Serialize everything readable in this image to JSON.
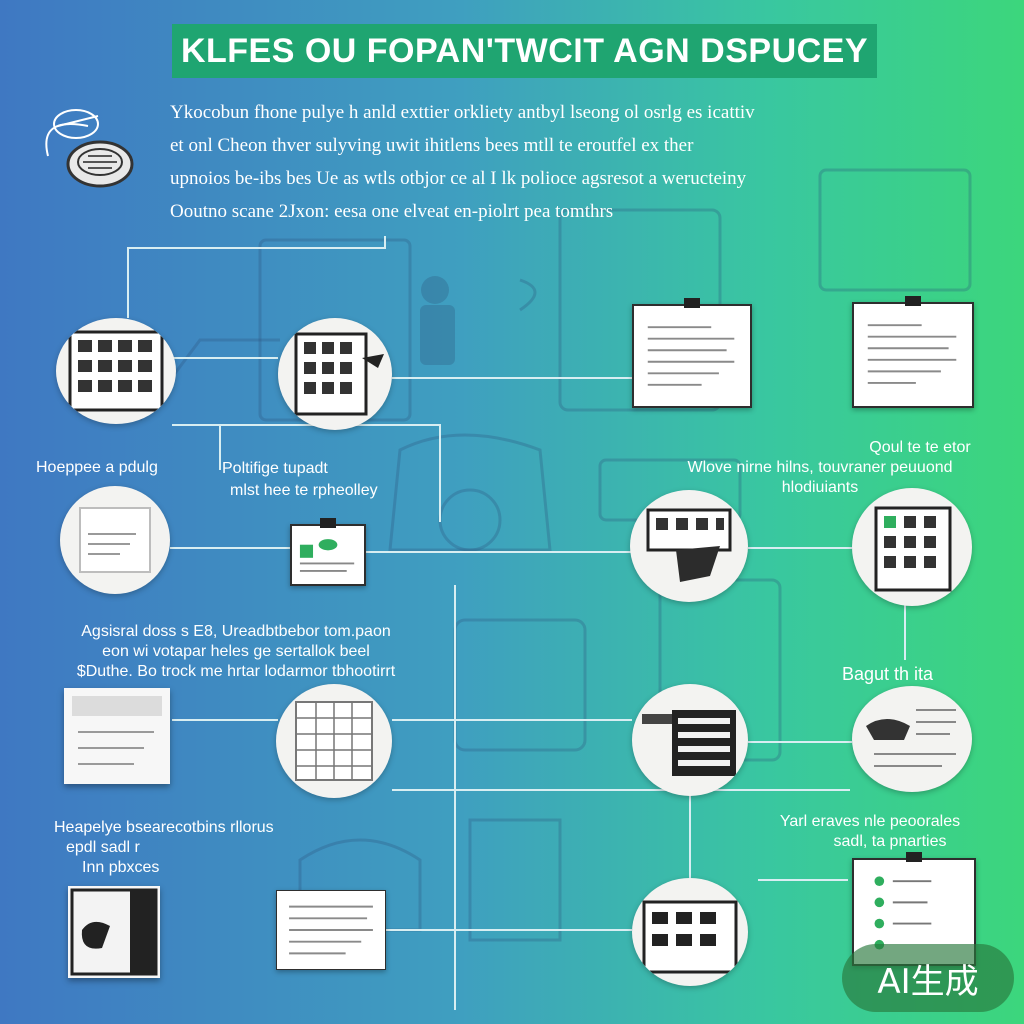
{
  "title": "KLFES OU FOPAN'TWCIT AGN DSPUCEY",
  "intro": {
    "lines": [
      "Ykocobun fhone pulye h anld exttier orkliety antbyl lseong ol osrlg es icattiv",
      "et onl Cheon thver sulyving uwit ihitlens bees mtll te eroutfel ex ther",
      "upnoios be-ibs bes Ue as wtls otbjor ce al I lk polioce agsresot a weructeiny",
      "Ooutno scane 2Jxon: eesa one elveat en-piolrt pea tomthrs"
    ]
  },
  "labels": {
    "l1": "Hoeppee a pdulg",
    "l2": [
      "Poltifige tupadt",
      "mlst hee te rpheolley"
    ],
    "l3": [
      "Qoul te te etor",
      "Wlove nirne hilns, touvraner peuuond",
      "hlodiuiants"
    ],
    "l4": [
      "Agsisral doss s E8, Ureadbtbebor tom.paon",
      "eon wi votapar heles ge sertallok beel",
      "$Duthe. Bo trock me hrtar lodarmor tbhootirrt"
    ],
    "l5": "Bagut th ita",
    "l6": [
      "Heapelye bsearecotbins rllorus",
      "epdl sadl r",
      "Inn pbxces"
    ],
    "l7": [
      "Yarl eraves nle peoorales",
      "sadl, ta pnarties"
    ]
  },
  "badge": "AI生成",
  "colors": {
    "gradient_left": "#3f78c2",
    "gradient_right": "#3cd67c",
    "title_bar": "#1fa571",
    "connector": "#d8eef2",
    "accent_green": "#2fae5e"
  },
  "icons": {
    "intro": "pencil-sketch-disc-icon",
    "grid": "window-grid-icon",
    "document": "document-icon",
    "clipboard": "clipboard-icon",
    "box": "package-icon",
    "checklist": "checklist-icon"
  }
}
